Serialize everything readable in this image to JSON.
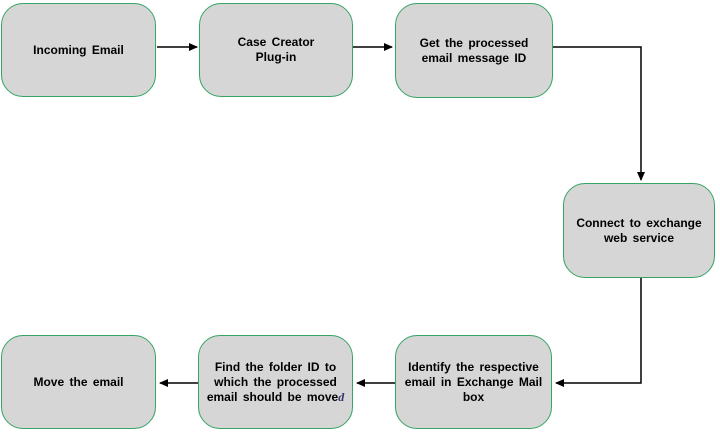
{
  "diagram_type": "flowchart",
  "colors": {
    "node_fill": "#d6d6d6",
    "node_border": "#35a465",
    "arrow": "#000000",
    "background": "#ffffff",
    "moved_d_char": "#333366"
  },
  "nodes": [
    {
      "id": "incoming-email",
      "label": "Incoming Email"
    },
    {
      "id": "case-creator-plugin",
      "label": "Case Creator\nPlug-in"
    },
    {
      "id": "get-processed-email-id",
      "label": "Get the processed\nemail message ID"
    },
    {
      "id": "connect-exchange",
      "label": "Connect to exchange\nweb service"
    },
    {
      "id": "identify-email",
      "label": "Identify the respective\nemail in Exchange Mail\nbox"
    },
    {
      "id": "find-folder-id",
      "label_main": "Find the folder ID to\nwhich the processed\nemail should be move",
      "label_suffix": "d"
    },
    {
      "id": "move-email",
      "label": "Move the email"
    }
  ],
  "edges": [
    {
      "from": "incoming-email",
      "to": "case-creator-plugin"
    },
    {
      "from": "case-creator-plugin",
      "to": "get-processed-email-id"
    },
    {
      "from": "get-processed-email-id",
      "to": "connect-exchange"
    },
    {
      "from": "connect-exchange",
      "to": "identify-email"
    },
    {
      "from": "identify-email",
      "to": "find-folder-id"
    },
    {
      "from": "find-folder-id",
      "to": "move-email"
    }
  ]
}
